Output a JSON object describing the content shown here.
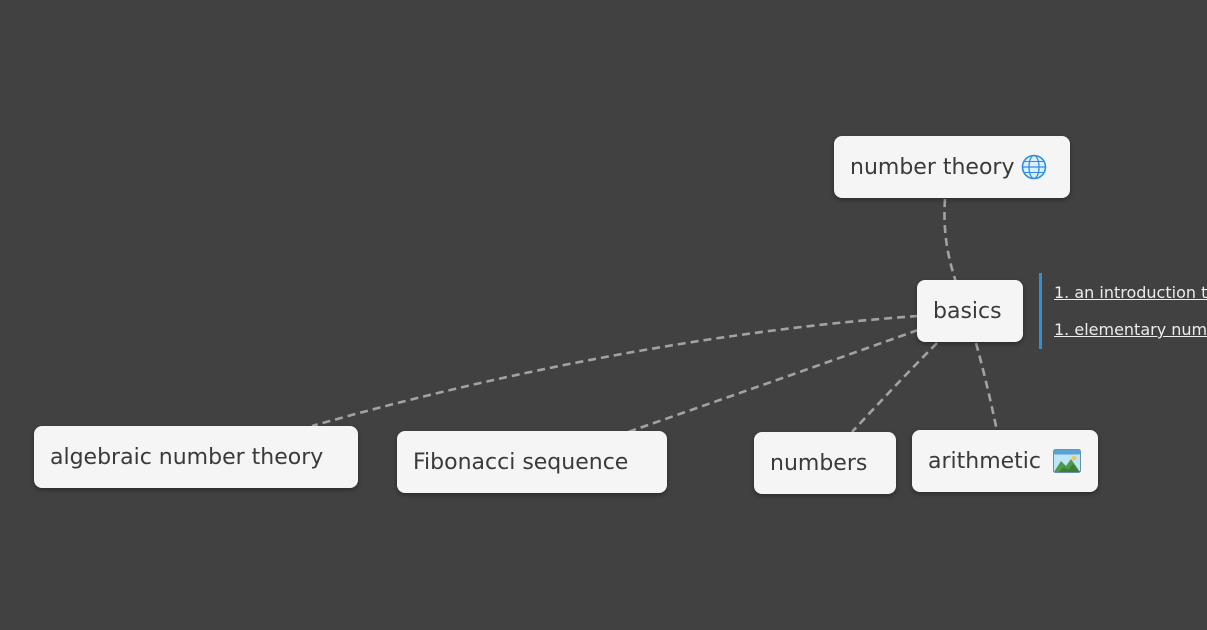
{
  "mindmap": {
    "root": {
      "label": "number theory",
      "icon": "globe-icon"
    },
    "hub": {
      "label": "basics"
    },
    "children": [
      {
        "label": "algebraic number theory"
      },
      {
        "label": "Fibonacci sequence"
      },
      {
        "label": "numbers"
      },
      {
        "label": "arithmetic",
        "icon": "map-image-icon"
      }
    ],
    "links": [
      {
        "text": "1. an introduction t"
      },
      {
        "text": "1. elementary num"
      }
    ]
  },
  "colors": {
    "background": "#414141",
    "node_fill": "#f5f5f5",
    "node_text": "#3a3a3a",
    "connector": "#a2a2a2",
    "link_bar": "#2e8fdb"
  }
}
